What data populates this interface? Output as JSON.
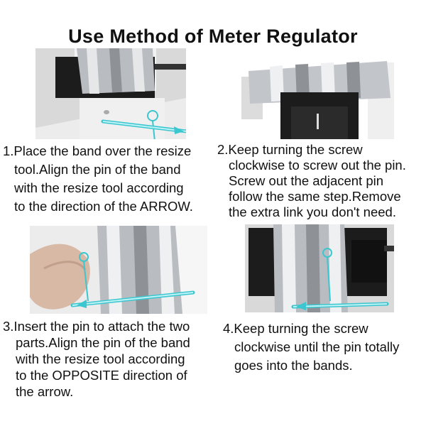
{
  "title": "Use Method of Meter Regulator",
  "steps": [
    {
      "number": "1",
      "lines": [
        "1.Place the band over the resize",
        "tool.Align the pin of  the  band",
        "with the resize tool according",
        "to the direction of the ARROW."
      ]
    },
    {
      "number": "2",
      "lines": [
        "2.Keep turning the screw",
        "clockwise to screw out the pin.",
        "Screw out the adjacent pin",
        "follow the same step.Remove",
        "the extra link you don't need."
      ]
    },
    {
      "number": "3",
      "lines": [
        "3.Insert the pin to attach the two",
        "parts.Align the pin of the band",
        "with the resize tool according",
        "to the OPPOSITE direction of",
        "the arrow."
      ]
    },
    {
      "number": "4",
      "lines": [
        "4.Keep turning the screw",
        "clockwise until the pin totally",
        "goes into the bands."
      ]
    }
  ],
  "colors": {
    "accent": "#3cc6cf",
    "tool": "#1c1c1c",
    "metal": "#b9bcc0"
  }
}
